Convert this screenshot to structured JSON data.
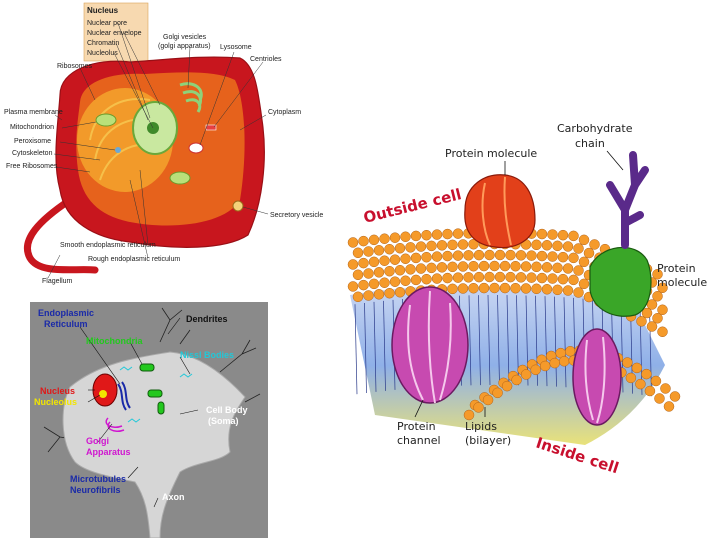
{
  "animal_cell": {
    "nucleus_box": {
      "title": "Nucleus",
      "items": [
        "Nuclear pore",
        "Nuclear envelope",
        "Chromatin",
        "Nucleolus"
      ]
    },
    "labels": {
      "golgi_line1": "Golgi vesicles",
      "golgi_line2": "(golgi apparatus)",
      "lysosome": "Lysosome",
      "centrioles": "Centrioles",
      "ribosomes": "Ribosomes",
      "plasma_membrane": "Plasma membrane",
      "mitochondrion": "Mitochondrion",
      "peroxisome": "Peroxisome",
      "cytoskeleton": "Cytoskeleton",
      "free_ribosomes": "Free Ribosomes",
      "cytoplasm": "Cytoplasm",
      "secretory_vesicle": "Secretory vesicle",
      "smooth_er": "Smooth endoplasmic reticulum",
      "rough_er": "Rough endoplasmic reticulum",
      "flagellum": "Flagellum"
    }
  },
  "neuron": {
    "labels": {
      "er_line1": "Endoplasmic",
      "er_line2": "Reticulum",
      "dendrites": "Dendrites",
      "mitochondria": "Mitochondria",
      "nissl": "Nissl Bodies",
      "nucleus": "Nucleus",
      "nucleolus": "Nucleolus",
      "cell_body_line1": "Cell Body",
      "cell_body_line2": "(Soma)",
      "golgi_line1": "Golgi",
      "golgi_line2": "Apparatus",
      "micro_line1": "Microtubules",
      "micro_line2": "Neurofibrils",
      "axon": "Axon"
    },
    "colors": {
      "background": "#8a8a8a",
      "cell": "#d6d6d6",
      "er_label": "#1a2aa8",
      "mito_label": "#23c81e",
      "nissl_label": "#22c8d8",
      "nucleus_label": "#e01818",
      "nucleolus_label": "#f2e600",
      "golgi_label": "#d016d0",
      "micro_label": "#1a2aa8"
    }
  },
  "membrane": {
    "labels": {
      "carb_line1": "Carbohydrate",
      "carb_line2": "chain",
      "protein_top": "Protein molecule",
      "outside": "Outside cell",
      "protein_right_line1": "Protein",
      "protein_right_line2": "molecule",
      "channel_line1": "Protein",
      "channel_line2": "channel",
      "lipids_line1": "Lipids",
      "lipids_line2": "(bilayer)",
      "inside": "Inside cell"
    },
    "colors": {
      "lipid_head": "#f59a2a",
      "protein_top": "#e2401a",
      "protein_right": "#3aa628",
      "channel": "#c74ab0",
      "carbohydrate": "#5a2a8a"
    }
  }
}
